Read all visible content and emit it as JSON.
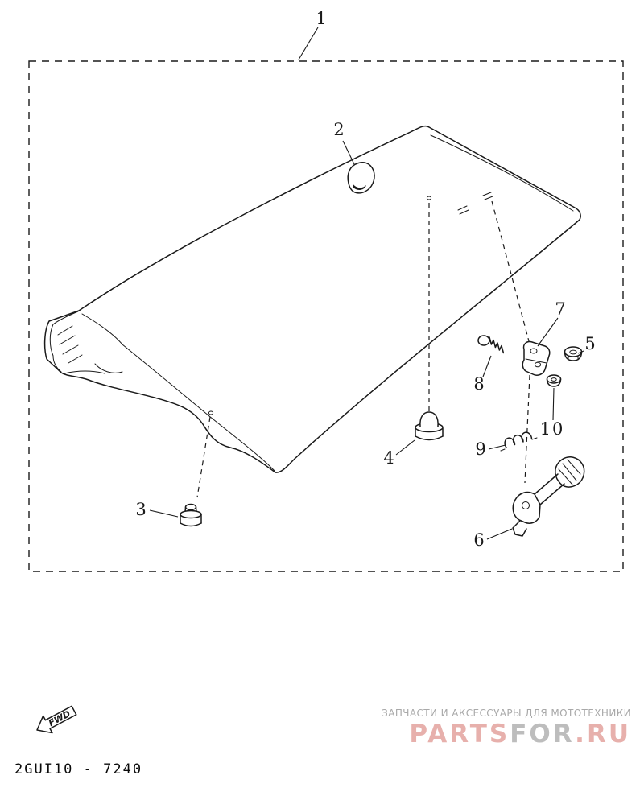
{
  "figure": {
    "code": "2GUI10 - 7240",
    "fwd_label": "FWD"
  },
  "callouts": [
    {
      "label": "1"
    },
    {
      "label": "2"
    },
    {
      "label": "3"
    },
    {
      "label": "4"
    },
    {
      "label": "5"
    },
    {
      "label": "6"
    },
    {
      "label": "7"
    },
    {
      "label": "8"
    },
    {
      "label": "9"
    },
    {
      "label": "10"
    }
  ],
  "watermark": {
    "tagline": "ЗАПЧАСТИ И АКСЕССУАРЫ ДЛЯ МОТОТЕХНИКИ",
    "logo_parts": "PARTS",
    "logo_for": "FOR",
    "logo_ru": ".RU",
    "colors": {
      "logo_pink": "#e7b0ac",
      "logo_gray": "#bdbdbd",
      "tagline_gray": "#a9a9a9"
    }
  },
  "diagram": {
    "ink_color": "#1a1a1a",
    "background": "#ffffff"
  }
}
